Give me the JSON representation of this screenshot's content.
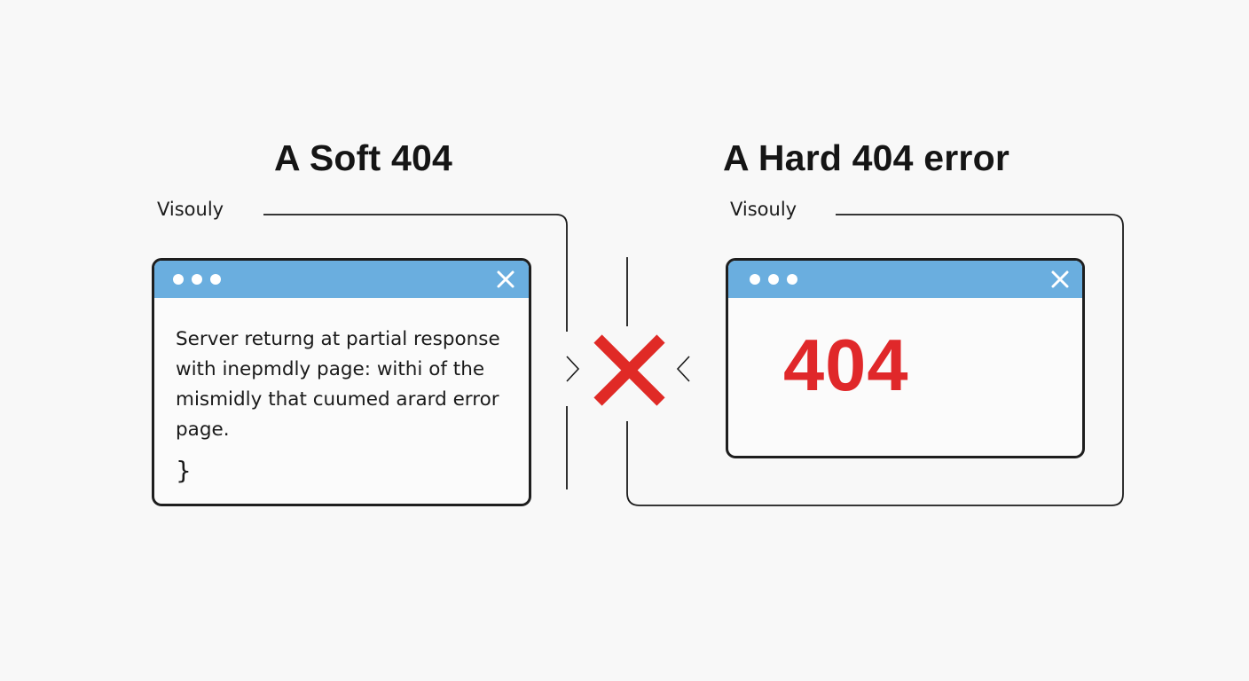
{
  "left": {
    "title": "A Soft 404",
    "label": "Visouly",
    "window": {
      "controls": [
        "dot",
        "dot",
        "dot"
      ],
      "close_icon": "close-icon",
      "body_text": "Server returng at partial response with inepmdly page: withi of the mismidly that cuumed arard error page.",
      "brace": "}"
    }
  },
  "center": {
    "separator_icon": "red-x-icon",
    "left_chevron": ">",
    "right_chevron": "<"
  },
  "right": {
    "title": "A Hard 404 error",
    "label": "Visouly",
    "window": {
      "controls": [
        "dot",
        "dot",
        "dot"
      ],
      "close_icon": "close-icon",
      "error_code": "404"
    }
  },
  "colors": {
    "titlebar": "#6aaedf",
    "error_red": "#e0282a",
    "border": "#1e1e1e",
    "background": "#f8f8f8"
  }
}
